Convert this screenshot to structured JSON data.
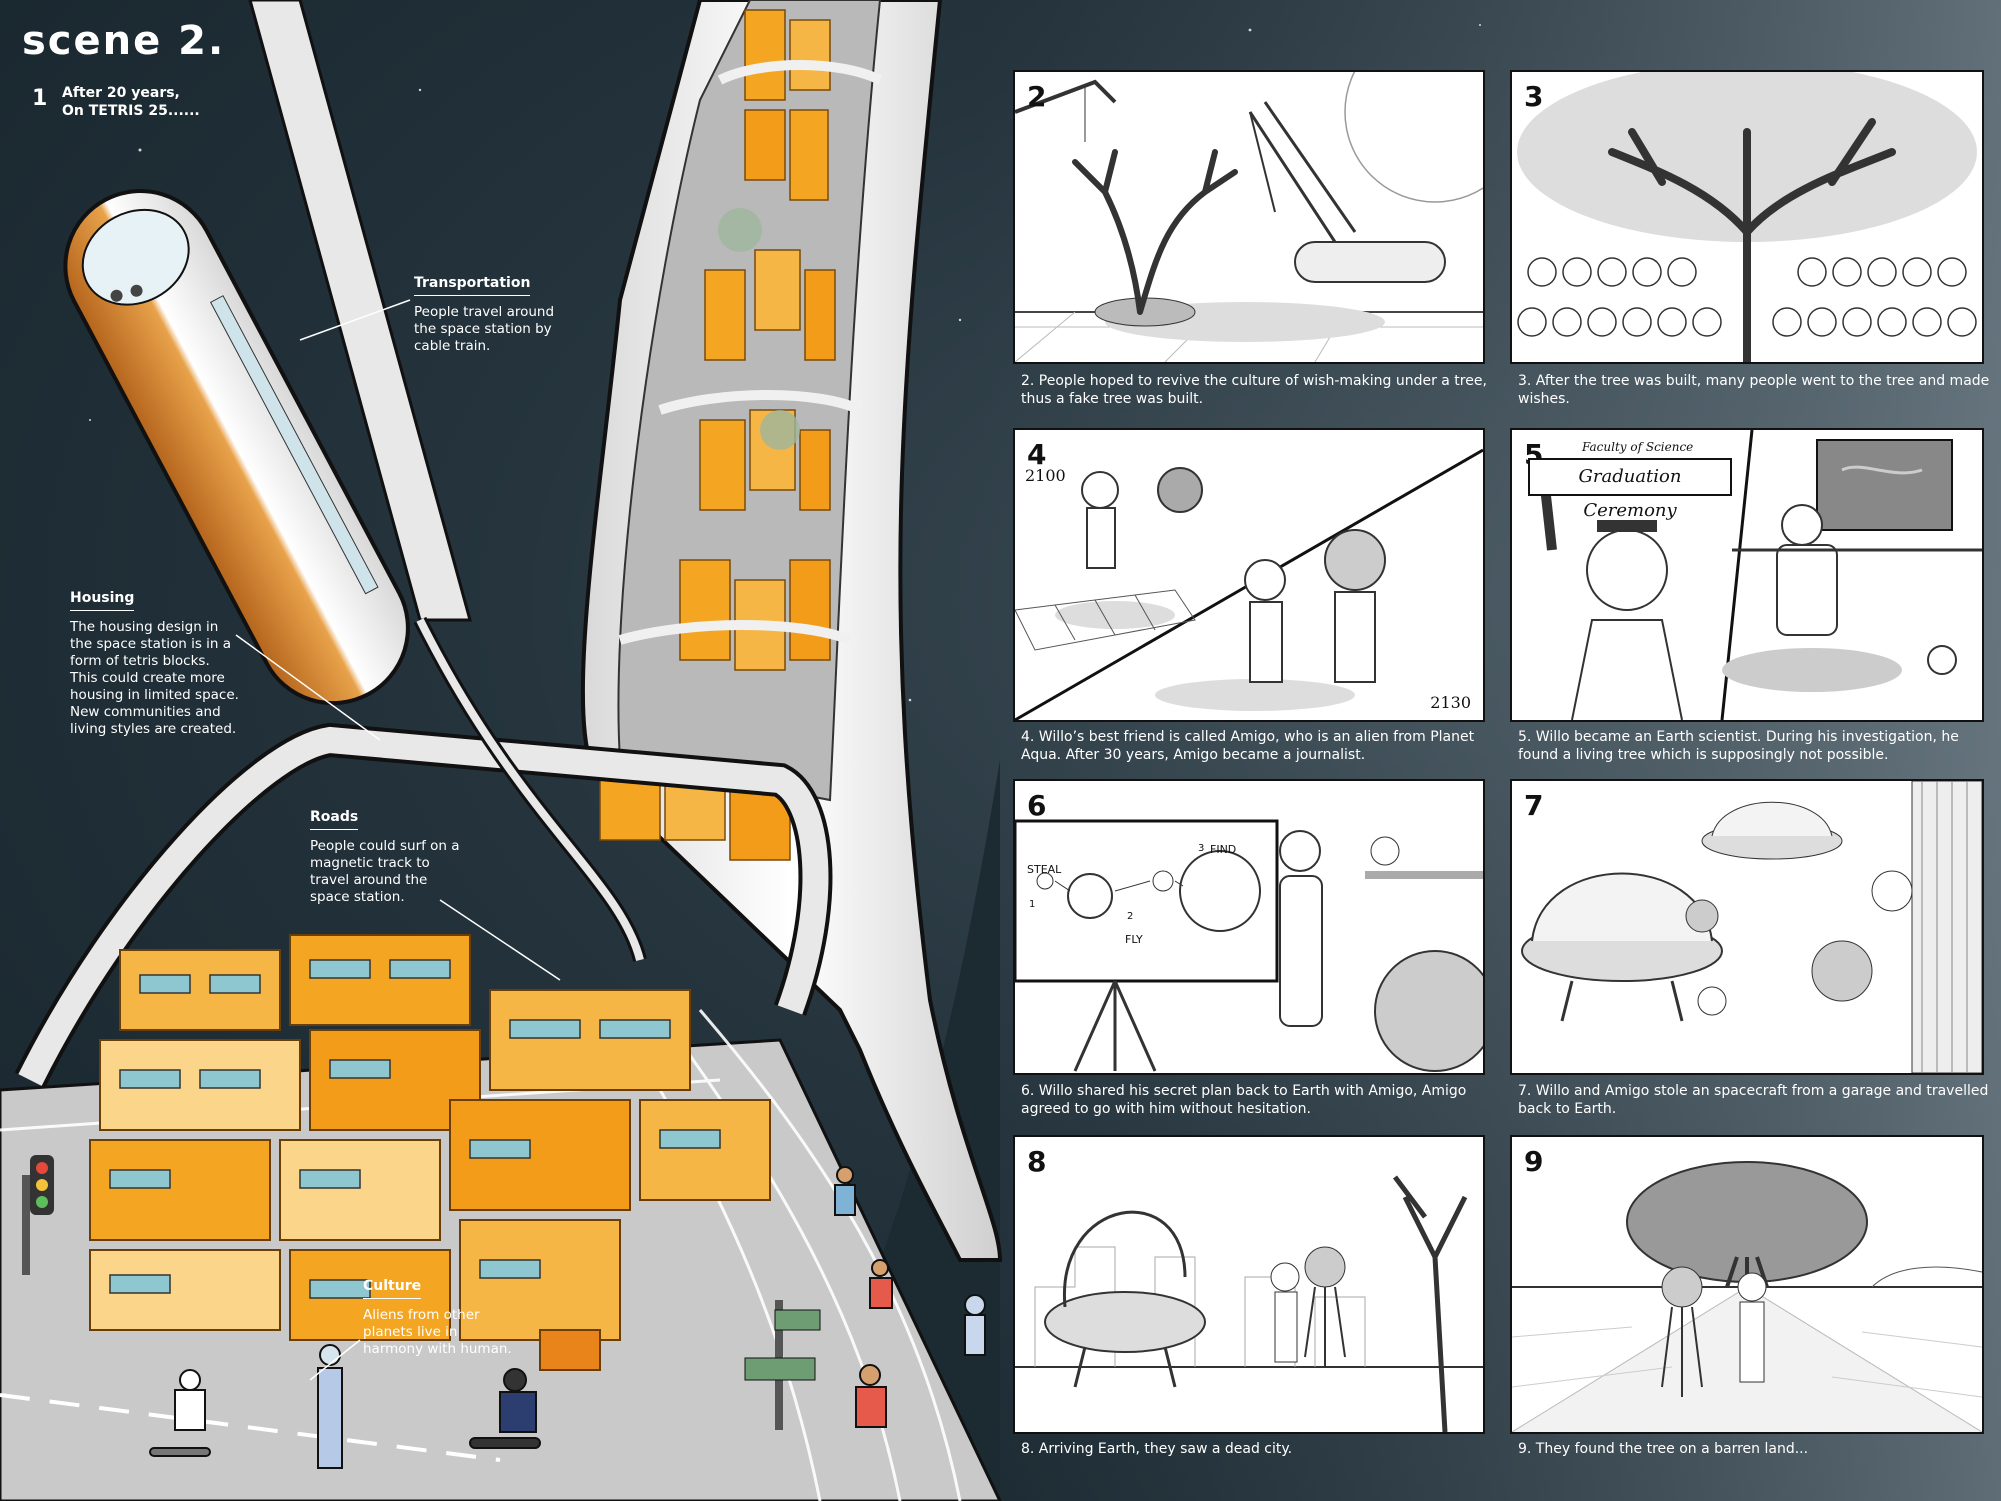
{
  "scene": {
    "title": "scene 2.",
    "number": "1",
    "intro": "After 20 years,\nOn TETRIS 25......"
  },
  "labels": {
    "transportation": {
      "title": "Transportation",
      "body": "People travel around the space station by cable train."
    },
    "housing": {
      "title": "Housing",
      "body": "The housing design in the space station is in a form of tetris blocks. This could create more housing in limited space. New communities and living styles are created."
    },
    "roads": {
      "title": "Roads",
      "body": "People could surf on a magnetic track to travel around the space station."
    },
    "culture": {
      "title": "Culture",
      "body": "Aliens from other planets live in harmony with human."
    }
  },
  "panels": [
    {
      "number": "2",
      "caption": "2. People hoped to revive the culture of wish-making under a tree, thus a fake tree was built."
    },
    {
      "number": "3",
      "caption": "3. After the tree was built, many people went to the tree and made wishes."
    },
    {
      "number": "4",
      "caption": "4. Willo’s best friend is called Amigo, who is an alien from Planet Aqua. After 30 years, Amigo became a journalist.",
      "year_start": "2100",
      "year_end": "2130"
    },
    {
      "number": "5",
      "caption": "5. Willo became an Earth scientist. During his investigation, he found a living tree which is supposingly not possible.",
      "banner_top": "Faculty of Science",
      "banner": "Graduation Ceremony"
    },
    {
      "number": "6",
      "caption": "6. Willo shared his secret plan back to Earth with Amigo, Amigo agreed to go with him without hesitation.",
      "board_steal": "STEAL",
      "board_fly": "FLY",
      "board_find": "FIND",
      "board_n1": "1",
      "board_n2": "2",
      "board_n3": "3"
    },
    {
      "number": "7",
      "caption": "7. Willo and Amigo stole an spacecraft from a garage and travelled back to Earth."
    },
    {
      "number": "8",
      "caption": "8. Arriving Earth, they saw a dead city."
    },
    {
      "number": "9",
      "caption": "9. They found the tree on a barren land..."
    }
  ],
  "colors": {
    "space": "#25343d",
    "block_orange": "#f4a623",
    "block_light": "#fbd58a",
    "road": "#c9c9c9",
    "tube": "#e8e8e8"
  }
}
